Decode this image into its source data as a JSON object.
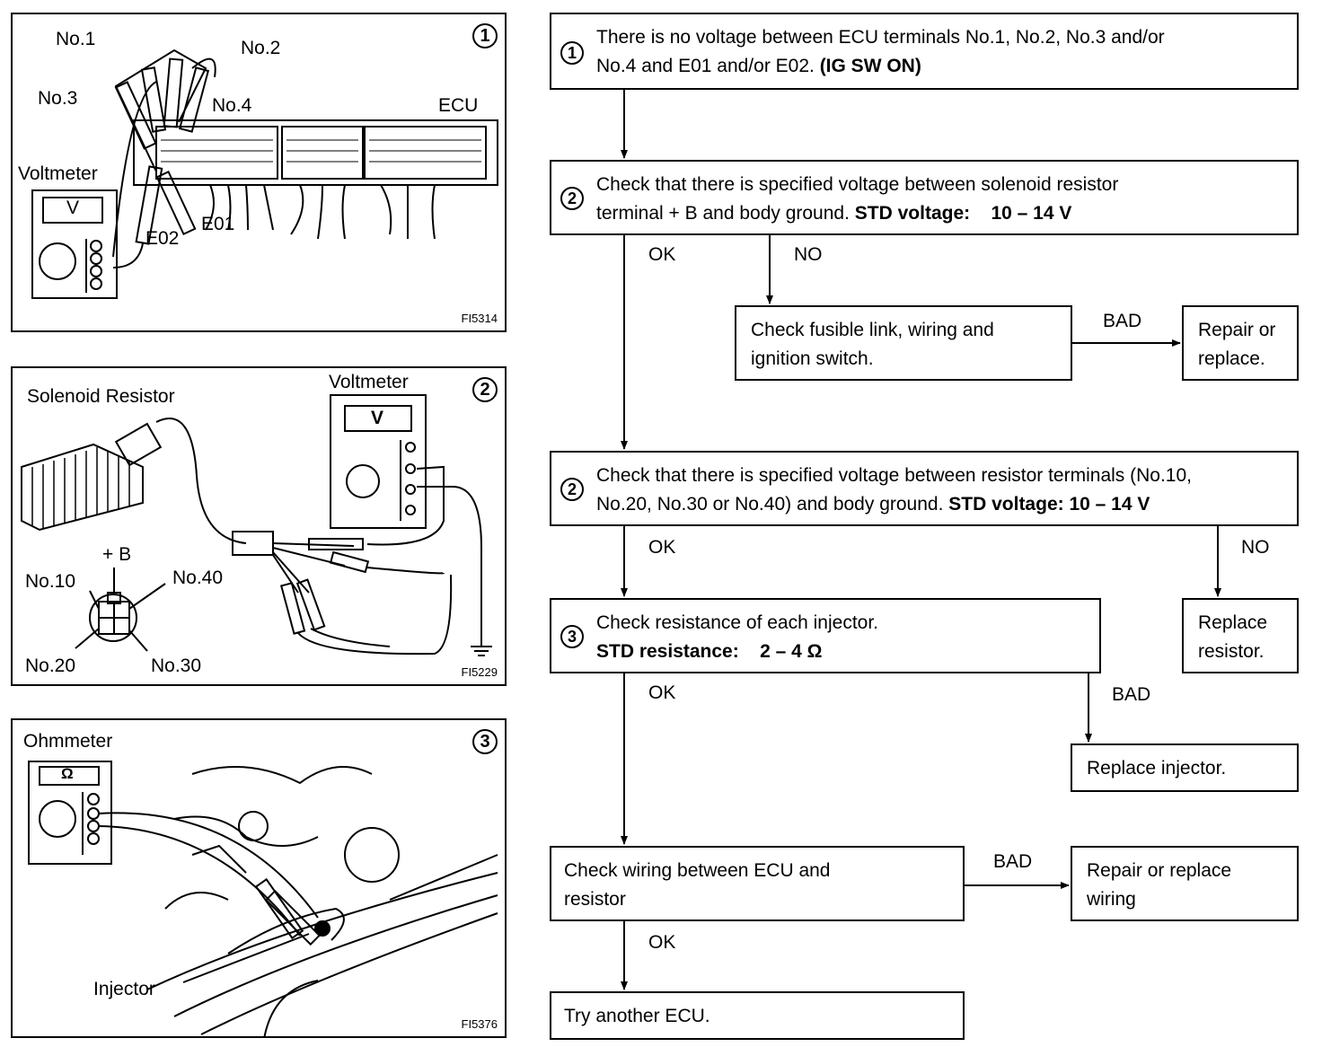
{
  "panel1": {
    "num": "1",
    "labels": {
      "no1": "No.1",
      "no2": "No.2",
      "no3": "No.3",
      "no4": "No.4",
      "ecu": "ECU",
      "voltmeter": "Voltmeter",
      "v": "V",
      "e02": "E02",
      "e01": "E01"
    },
    "code": "FI5314"
  },
  "panel2": {
    "num": "2",
    "labels": {
      "solenoid": "Solenoid Resistor",
      "voltmeter": "Voltmeter",
      "v": "V",
      "b": "+ B",
      "no10": "No.10",
      "no40": "No.40",
      "no20": "No.20",
      "no30": "No.30"
    },
    "code": "FI5229"
  },
  "panel3": {
    "num": "3",
    "labels": {
      "ohmmeter": "Ohmmeter",
      "omega": "Ω",
      "injector": "Injector"
    },
    "code": "FI5376"
  },
  "flow": {
    "step1": {
      "num": "1",
      "text": "There is no voltage between ECU terminals No.1, No.2, No.3 and/or",
      "text2": "No.4 and E01 and/or E02.",
      "bold": "(IG SW ON)"
    },
    "step2a": {
      "num": "2",
      "text": "Check that there is specified voltage between solenoid resistor",
      "text2": "terminal  + B and body ground.",
      "bold": "STD voltage:    10 – 14 V"
    },
    "fusible": {
      "line1": "Check fusible link, wiring and",
      "line2": "ignition switch."
    },
    "repair1": {
      "line1": "Repair or",
      "line2": "replace."
    },
    "step2b": {
      "num": "2",
      "text": "Check that there is specified voltage between resistor terminals (No.10,",
      "text2": "No.20, No.30 or No.40) and body ground.",
      "bold": "STD voltage: 10 – 14 V"
    },
    "step3": {
      "num": "3",
      "text": "Check resistance of each injector.",
      "bold": "STD resistance:    2 – 4 Ω"
    },
    "replace_resistor": {
      "line1": "Replace",
      "line2": "resistor."
    },
    "replace_injector": {
      "line1": "Replace injector."
    },
    "check_wiring": {
      "line1": "Check wiring between ECU and",
      "line2": "resistor"
    },
    "repair_wiring": {
      "line1": "Repair or replace",
      "line2": "wiring"
    },
    "try_ecu": {
      "line1": "Try another ECU."
    },
    "labels": {
      "ok1": "OK",
      "no1": "NO",
      "bad1": "BAD",
      "ok2": "OK",
      "no2": "NO",
      "ok3": "OK",
      "bad2": "BAD",
      "bad3": "BAD",
      "ok4": "OK"
    }
  }
}
